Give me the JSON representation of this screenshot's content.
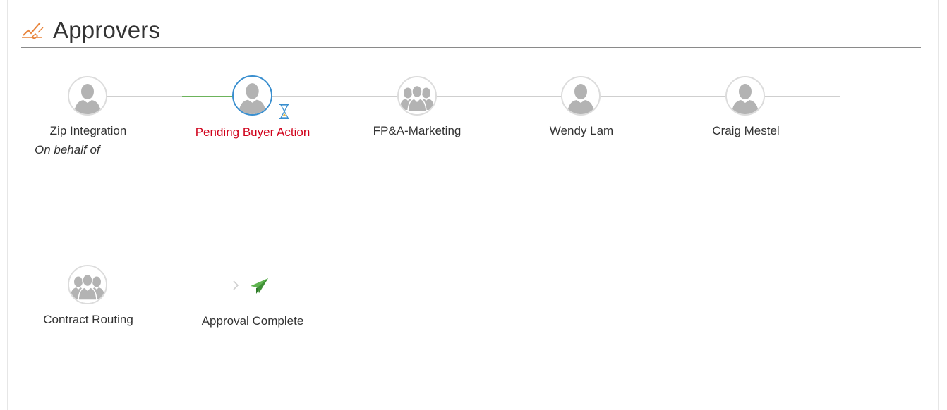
{
  "section": {
    "title": "Approvers",
    "icon": "approval-check-icon",
    "accent_color": "#e8833a"
  },
  "workflow": {
    "colors": {
      "pending_label": "#d0021b",
      "active_ring": "#3a8fcf",
      "completed_connector": "#6cb35b"
    },
    "steps": [
      {
        "label": "Zip Integration",
        "sub_label": "On behalf of",
        "icon": "person-icon",
        "status": "completed"
      },
      {
        "label": "Pending Buyer Action",
        "icon": "person-icon",
        "status": "pending",
        "status_icon": "hourglass-icon"
      },
      {
        "label": "FP&A-Marketing",
        "icon": "group-icon",
        "status": "upcoming"
      },
      {
        "label": "Wendy Lam",
        "icon": "person-icon",
        "status": "upcoming"
      },
      {
        "label": "Craig Mestel",
        "icon": "person-icon",
        "status": "upcoming"
      },
      {
        "label": "Contract Routing",
        "icon": "group-icon",
        "status": "upcoming"
      },
      {
        "label": "Approval Complete",
        "icon": "paper-plane-icon",
        "status": "final"
      }
    ]
  }
}
